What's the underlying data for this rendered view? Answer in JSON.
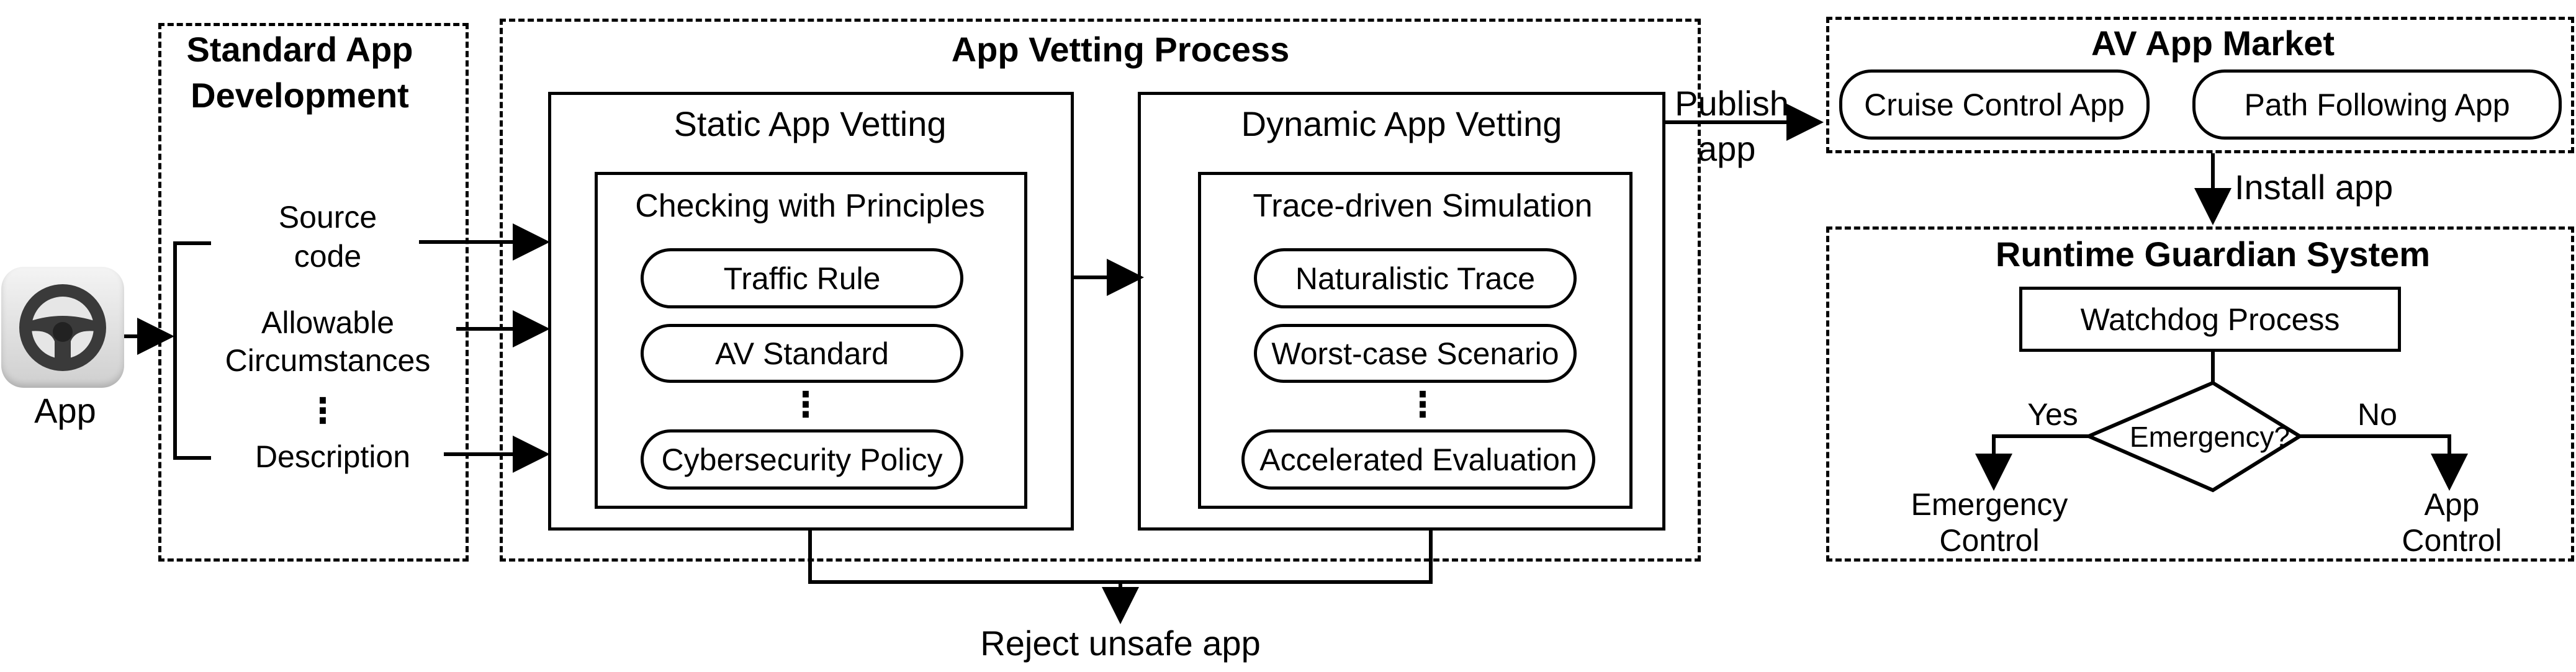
{
  "app": {
    "label": "App"
  },
  "dev": {
    "title_line1": "Standard App",
    "title_line2": "Development",
    "inputs": [
      {
        "line1": "Source",
        "line2": "code"
      },
      {
        "line1": "Allowable",
        "line2": "Circumstances"
      },
      {
        "line1": "Description",
        "line2": ""
      }
    ],
    "ellipsis": "⋮"
  },
  "vetting": {
    "title": "App Vetting Process",
    "static": {
      "title": "Static App Vetting",
      "sub_title": "Checking with Principles",
      "items": [
        "Traffic Rule",
        "AV Standard",
        "Cybersecurity Policy"
      ],
      "ellipsis": "⋮"
    },
    "dynamic": {
      "title": "Dynamic App Vetting",
      "sub_title": "Trace-driven Simulation",
      "items": [
        "Naturalistic Trace",
        "Worst-case Scenario",
        "Accelerated Evaluation"
      ],
      "ellipsis": "⋮"
    },
    "reject": "Reject unsafe app"
  },
  "publish": {
    "line1": "Publish",
    "line2": "app"
  },
  "market": {
    "title": "AV App Market",
    "apps": [
      "Cruise Control App",
      "Path Following App"
    ],
    "ellipsis": "···"
  },
  "install": "Install app",
  "guardian": {
    "title": "Runtime Guardian System",
    "watchdog": "Watchdog Process",
    "decision": "Emergency?",
    "yes": "Yes",
    "no": "No",
    "emergency": {
      "line1": "Emergency",
      "line2": "Control"
    },
    "app_control": {
      "line1": "App",
      "line2": "Control"
    }
  }
}
